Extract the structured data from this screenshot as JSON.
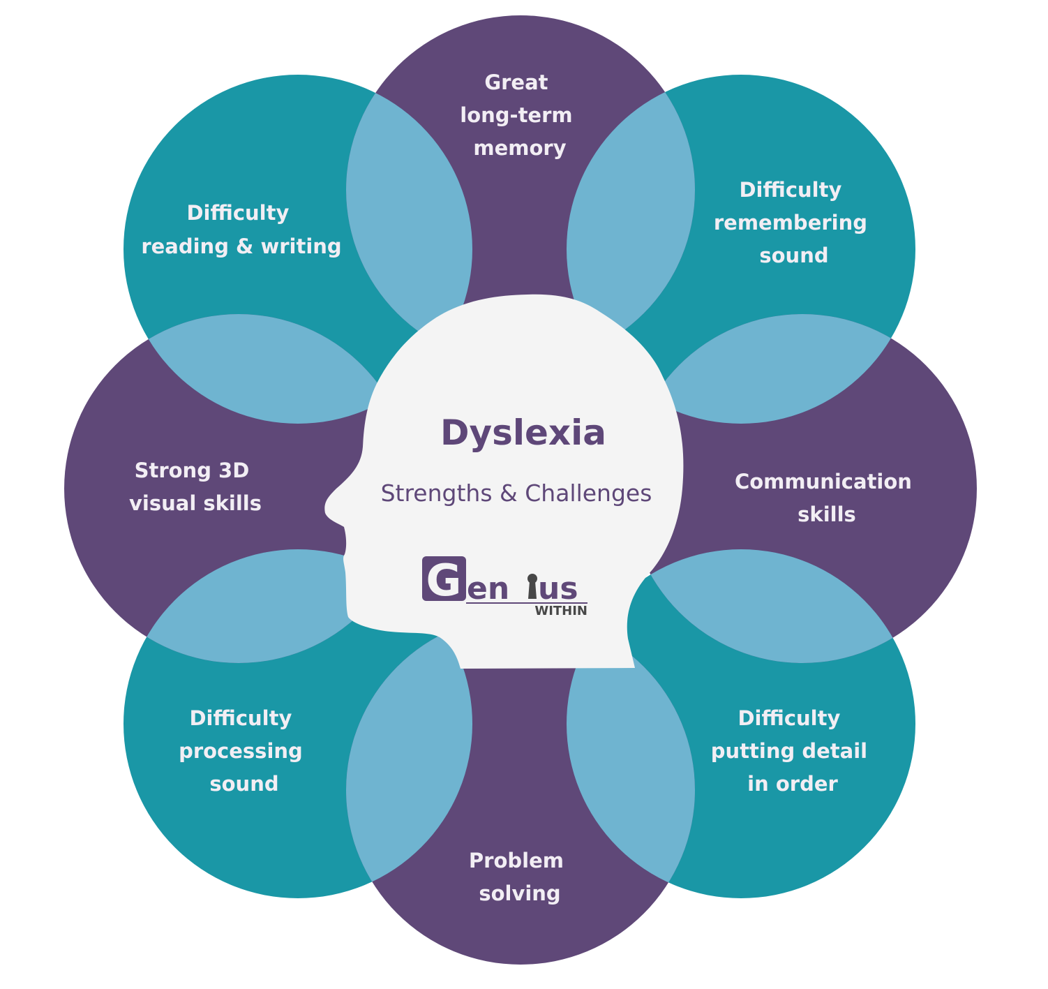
{
  "colors": {
    "strength": "#5f4878",
    "challenge": "#1a97a6",
    "overlap": "#6fb4d0",
    "head": "#f4f4f4"
  },
  "center": {
    "title": "Dyslexia",
    "subtitle": "Strengths & Challenges"
  },
  "logo": {
    "name": "Genius",
    "tagline": "WITHIN"
  },
  "petals": [
    {
      "type": "strength",
      "lines": [
        "Great",
        "long-term",
        "memory"
      ]
    },
    {
      "type": "challenge",
      "lines": [
        "Difficulty",
        "remembering",
        "sound"
      ]
    },
    {
      "type": "strength",
      "lines": [
        "Communication",
        "skills"
      ]
    },
    {
      "type": "challenge",
      "lines": [
        "Difficulty",
        "putting detail",
        "in order"
      ]
    },
    {
      "type": "strength",
      "lines": [
        "Problem",
        "solving"
      ]
    },
    {
      "type": "challenge",
      "lines": [
        "Difficulty",
        "processing",
        "sound"
      ]
    },
    {
      "type": "strength",
      "lines": [
        "Strong 3D",
        "visual skills"
      ]
    },
    {
      "type": "challenge",
      "lines": [
        "Difficulty",
        "reading & writing"
      ]
    }
  ]
}
